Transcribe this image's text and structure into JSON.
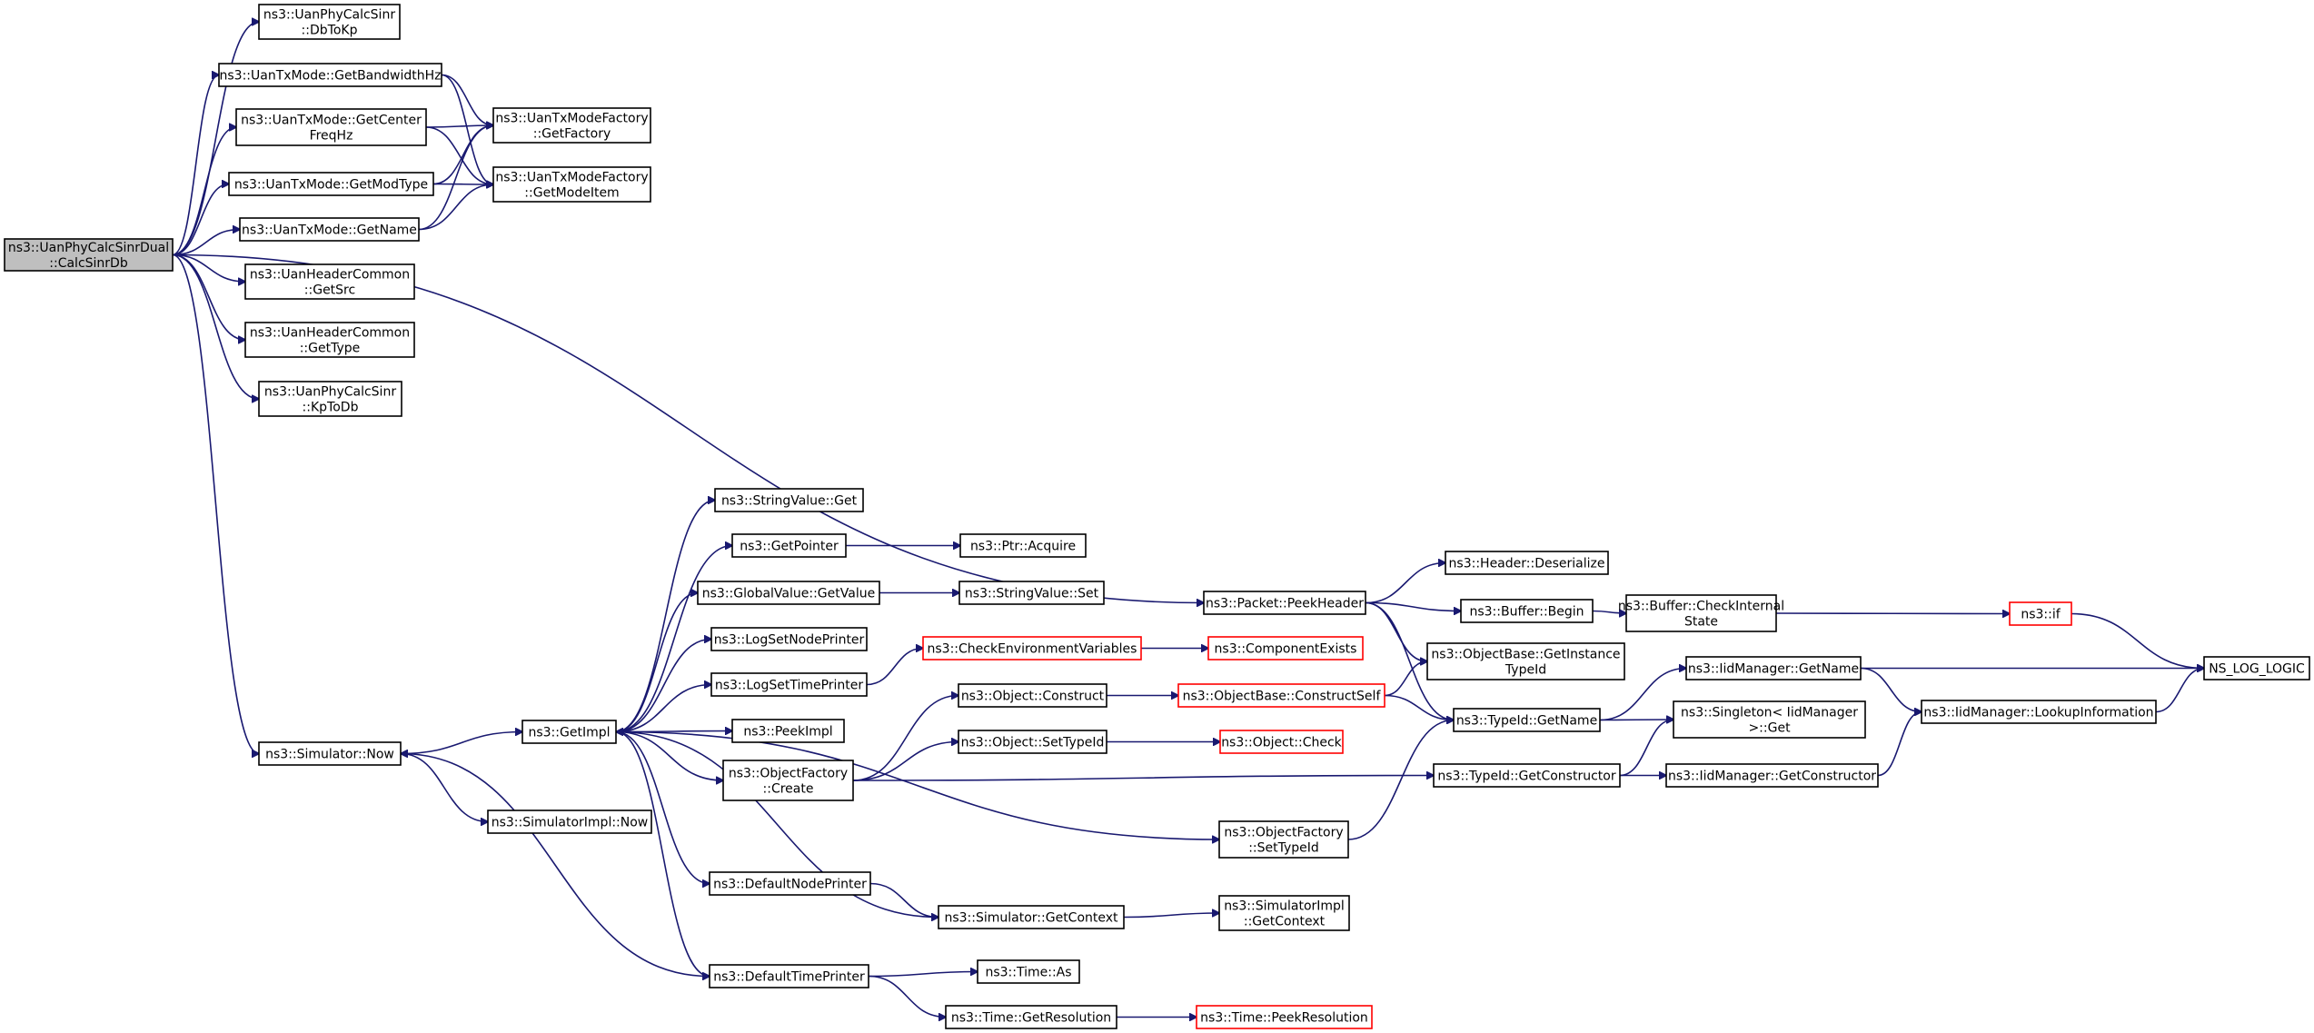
{
  "colors": {
    "edge": "#191970",
    "root_fill": "#bfbfbf",
    "node_border": "#000000",
    "truncated_border": "#ff0000",
    "background": "#ffffff"
  },
  "nodes": [
    {
      "id": "root",
      "lines": [
        "ns3::UanPhyCalcSinrDual",
        "::CalcSinrDb"
      ],
      "root": true
    },
    {
      "id": "dbtokp",
      "lines": [
        "ns3::UanPhyCalcSinr",
        "::DbToKp"
      ]
    },
    {
      "id": "getbw",
      "lines": [
        "ns3::UanTxMode::GetBandwidthHz"
      ]
    },
    {
      "id": "getcf",
      "lines": [
        "ns3::UanTxMode::GetCenter",
        "FreqHz"
      ]
    },
    {
      "id": "getmod",
      "lines": [
        "ns3::UanTxMode::GetModType"
      ]
    },
    {
      "id": "getname",
      "lines": [
        "ns3::UanTxMode::GetName"
      ]
    },
    {
      "id": "getfactory",
      "lines": [
        "ns3::UanTxModeFactory",
        "::GetFactory"
      ]
    },
    {
      "id": "getmodeitem",
      "lines": [
        "ns3::UanTxModeFactory",
        "::GetModeItem"
      ]
    },
    {
      "id": "getsrc",
      "lines": [
        "ns3::UanHeaderCommon",
        "::GetSrc"
      ]
    },
    {
      "id": "gettype",
      "lines": [
        "ns3::UanHeaderCommon",
        "::GetType"
      ]
    },
    {
      "id": "kptodb",
      "lines": [
        "ns3::UanPhyCalcSinr",
        "::KpToDb"
      ]
    },
    {
      "id": "simnow",
      "lines": [
        "ns3::Simulator::Now"
      ]
    },
    {
      "id": "simimplnow",
      "lines": [
        "ns3::SimulatorImpl::Now"
      ]
    },
    {
      "id": "getimpl",
      "lines": [
        "ns3::GetImpl"
      ]
    },
    {
      "id": "strget",
      "lines": [
        "ns3::StringValue::Get"
      ]
    },
    {
      "id": "getpointer",
      "lines": [
        "ns3::GetPointer"
      ]
    },
    {
      "id": "ptracquire",
      "lines": [
        "ns3::Ptr::Acquire"
      ]
    },
    {
      "id": "gvgetvalue",
      "lines": [
        "ns3::GlobalValue::GetValue"
      ]
    },
    {
      "id": "strset",
      "lines": [
        "ns3::StringValue::Set"
      ]
    },
    {
      "id": "lognode",
      "lines": [
        "ns3::LogSetNodePrinter"
      ]
    },
    {
      "id": "logtime",
      "lines": [
        "ns3::LogSetTimePrinter"
      ]
    },
    {
      "id": "checkenv",
      "lines": [
        "ns3::CheckEnvironmentVariables"
      ],
      "trunc": true
    },
    {
      "id": "compexists",
      "lines": [
        "ns3::ComponentExists"
      ],
      "trunc": true
    },
    {
      "id": "peekimpl",
      "lines": [
        "ns3::PeekImpl"
      ]
    },
    {
      "id": "ofcreate",
      "lines": [
        "ns3::ObjectFactory",
        "::Create"
      ]
    },
    {
      "id": "objconstruct",
      "lines": [
        "ns3::Object::Construct"
      ]
    },
    {
      "id": "constructself",
      "lines": [
        "ns3::ObjectBase::ConstructSelf"
      ],
      "trunc": true
    },
    {
      "id": "objsettypeid",
      "lines": [
        "ns3::Object::SetTypeId"
      ]
    },
    {
      "id": "objcheck",
      "lines": [
        "ns3::Object::Check"
      ],
      "trunc": true
    },
    {
      "id": "ofsettypeid",
      "lines": [
        "ns3::ObjectFactory",
        "::SetTypeId"
      ]
    },
    {
      "id": "defnode",
      "lines": [
        "ns3::DefaultNodePrinter"
      ]
    },
    {
      "id": "getcontext",
      "lines": [
        "ns3::Simulator::GetContext"
      ]
    },
    {
      "id": "implgetcontext",
      "lines": [
        "ns3::SimulatorImpl",
        "::GetContext"
      ]
    },
    {
      "id": "deftime",
      "lines": [
        "ns3::DefaultTimePrinter"
      ]
    },
    {
      "id": "timeas",
      "lines": [
        "ns3::Time::As"
      ]
    },
    {
      "id": "getres",
      "lines": [
        "ns3::Time::GetResolution"
      ]
    },
    {
      "id": "peekres",
      "lines": [
        "ns3::Time::PeekResolution"
      ],
      "trunc": true
    },
    {
      "id": "peekheader",
      "lines": [
        "ns3::Packet::PeekHeader"
      ]
    },
    {
      "id": "hdrdeser",
      "lines": [
        "ns3::Header::Deserialize"
      ]
    },
    {
      "id": "bufbegin",
      "lines": [
        "ns3::Buffer::Begin"
      ]
    },
    {
      "id": "bufcheck",
      "lines": [
        "ns3::Buffer::CheckInternal",
        "State"
      ]
    },
    {
      "id": "nsif",
      "lines": [
        "ns3::if"
      ],
      "trunc": true
    },
    {
      "id": "obginst",
      "lines": [
        "ns3::ObjectBase::GetInstance",
        "TypeId"
      ]
    },
    {
      "id": "tidgetname",
      "lines": [
        "ns3::TypeId::GetName"
      ]
    },
    {
      "id": "tidgetctor",
      "lines": [
        "ns3::TypeId::GetConstructor"
      ]
    },
    {
      "id": "iidgetname",
      "lines": [
        "ns3::IidManager::GetName"
      ]
    },
    {
      "id": "singleton",
      "lines": [
        "ns3::Singleton< IidManager",
        ">::Get"
      ]
    },
    {
      "id": "iidgetctor",
      "lines": [
        "ns3::IidManager::GetConstructor"
      ]
    },
    {
      "id": "iidlookup",
      "lines": [
        "ns3::IidManager::LookupInformation"
      ]
    },
    {
      "id": "nslog",
      "lines": [
        "NS_LOG_LOGIC"
      ]
    }
  ],
  "edges": [
    [
      "root",
      "dbtokp"
    ],
    [
      "root",
      "getbw"
    ],
    [
      "root",
      "getcf"
    ],
    [
      "root",
      "getmod"
    ],
    [
      "root",
      "getname"
    ],
    [
      "root",
      "getsrc"
    ],
    [
      "root",
      "gettype"
    ],
    [
      "root",
      "kptodb"
    ],
    [
      "root",
      "peekheader"
    ],
    [
      "root",
      "simnow"
    ],
    [
      "getbw",
      "getfactory"
    ],
    [
      "getbw",
      "getmodeitem"
    ],
    [
      "getcf",
      "getfactory"
    ],
    [
      "getcf",
      "getmodeitem"
    ],
    [
      "getmod",
      "getfactory"
    ],
    [
      "getmod",
      "getmodeitem"
    ],
    [
      "getname",
      "getfactory"
    ],
    [
      "getname",
      "getmodeitem"
    ],
    [
      "simnow",
      "getimpl"
    ],
    [
      "simnow",
      "simimplnow"
    ],
    [
      "getimpl",
      "strget"
    ],
    [
      "getimpl",
      "getpointer"
    ],
    [
      "getimpl",
      "gvgetvalue"
    ],
    [
      "getimpl",
      "lognode"
    ],
    [
      "getimpl",
      "logtime"
    ],
    [
      "getimpl",
      "peekimpl"
    ],
    [
      "getimpl",
      "ofcreate"
    ],
    [
      "getimpl",
      "ofsettypeid"
    ],
    [
      "getimpl",
      "defnode"
    ],
    [
      "getimpl",
      "deftime"
    ],
    [
      "getpointer",
      "ptracquire"
    ],
    [
      "gvgetvalue",
      "strset"
    ],
    [
      "logtime",
      "checkenv"
    ],
    [
      "checkenv",
      "compexists"
    ],
    [
      "ofcreate",
      "objconstruct"
    ],
    [
      "ofcreate",
      "objsettypeid"
    ],
    [
      "ofcreate",
      "tidgetctor"
    ],
    [
      "objconstruct",
      "constructself"
    ],
    [
      "constructself",
      "obginst"
    ],
    [
      "constructself",
      "tidgetname"
    ],
    [
      "objsettypeid",
      "objcheck"
    ],
    [
      "ofsettypeid",
      "tidgetname"
    ],
    [
      "defnode",
      "getcontext"
    ],
    [
      "getcontext",
      "implgetcontext"
    ],
    [
      "getcontext",
      "getimpl"
    ],
    [
      "deftime",
      "simnow"
    ],
    [
      "deftime",
      "timeas"
    ],
    [
      "deftime",
      "getres"
    ],
    [
      "getres",
      "peekres"
    ],
    [
      "peekheader",
      "hdrdeser"
    ],
    [
      "peekheader",
      "bufbegin"
    ],
    [
      "peekheader",
      "obginst"
    ],
    [
      "peekheader",
      "tidgetname"
    ],
    [
      "bufbegin",
      "bufcheck"
    ],
    [
      "bufcheck",
      "nsif"
    ],
    [
      "nsif",
      "nslog"
    ],
    [
      "tidgetname",
      "iidgetname"
    ],
    [
      "tidgetname",
      "singleton"
    ],
    [
      "tidgetctor",
      "singleton"
    ],
    [
      "tidgetctor",
      "iidgetctor"
    ],
    [
      "iidgetname",
      "nslog"
    ],
    [
      "iidgetname",
      "iidlookup"
    ],
    [
      "iidgetctor",
      "iidlookup"
    ],
    [
      "iidlookup",
      "nslog"
    ]
  ]
}
